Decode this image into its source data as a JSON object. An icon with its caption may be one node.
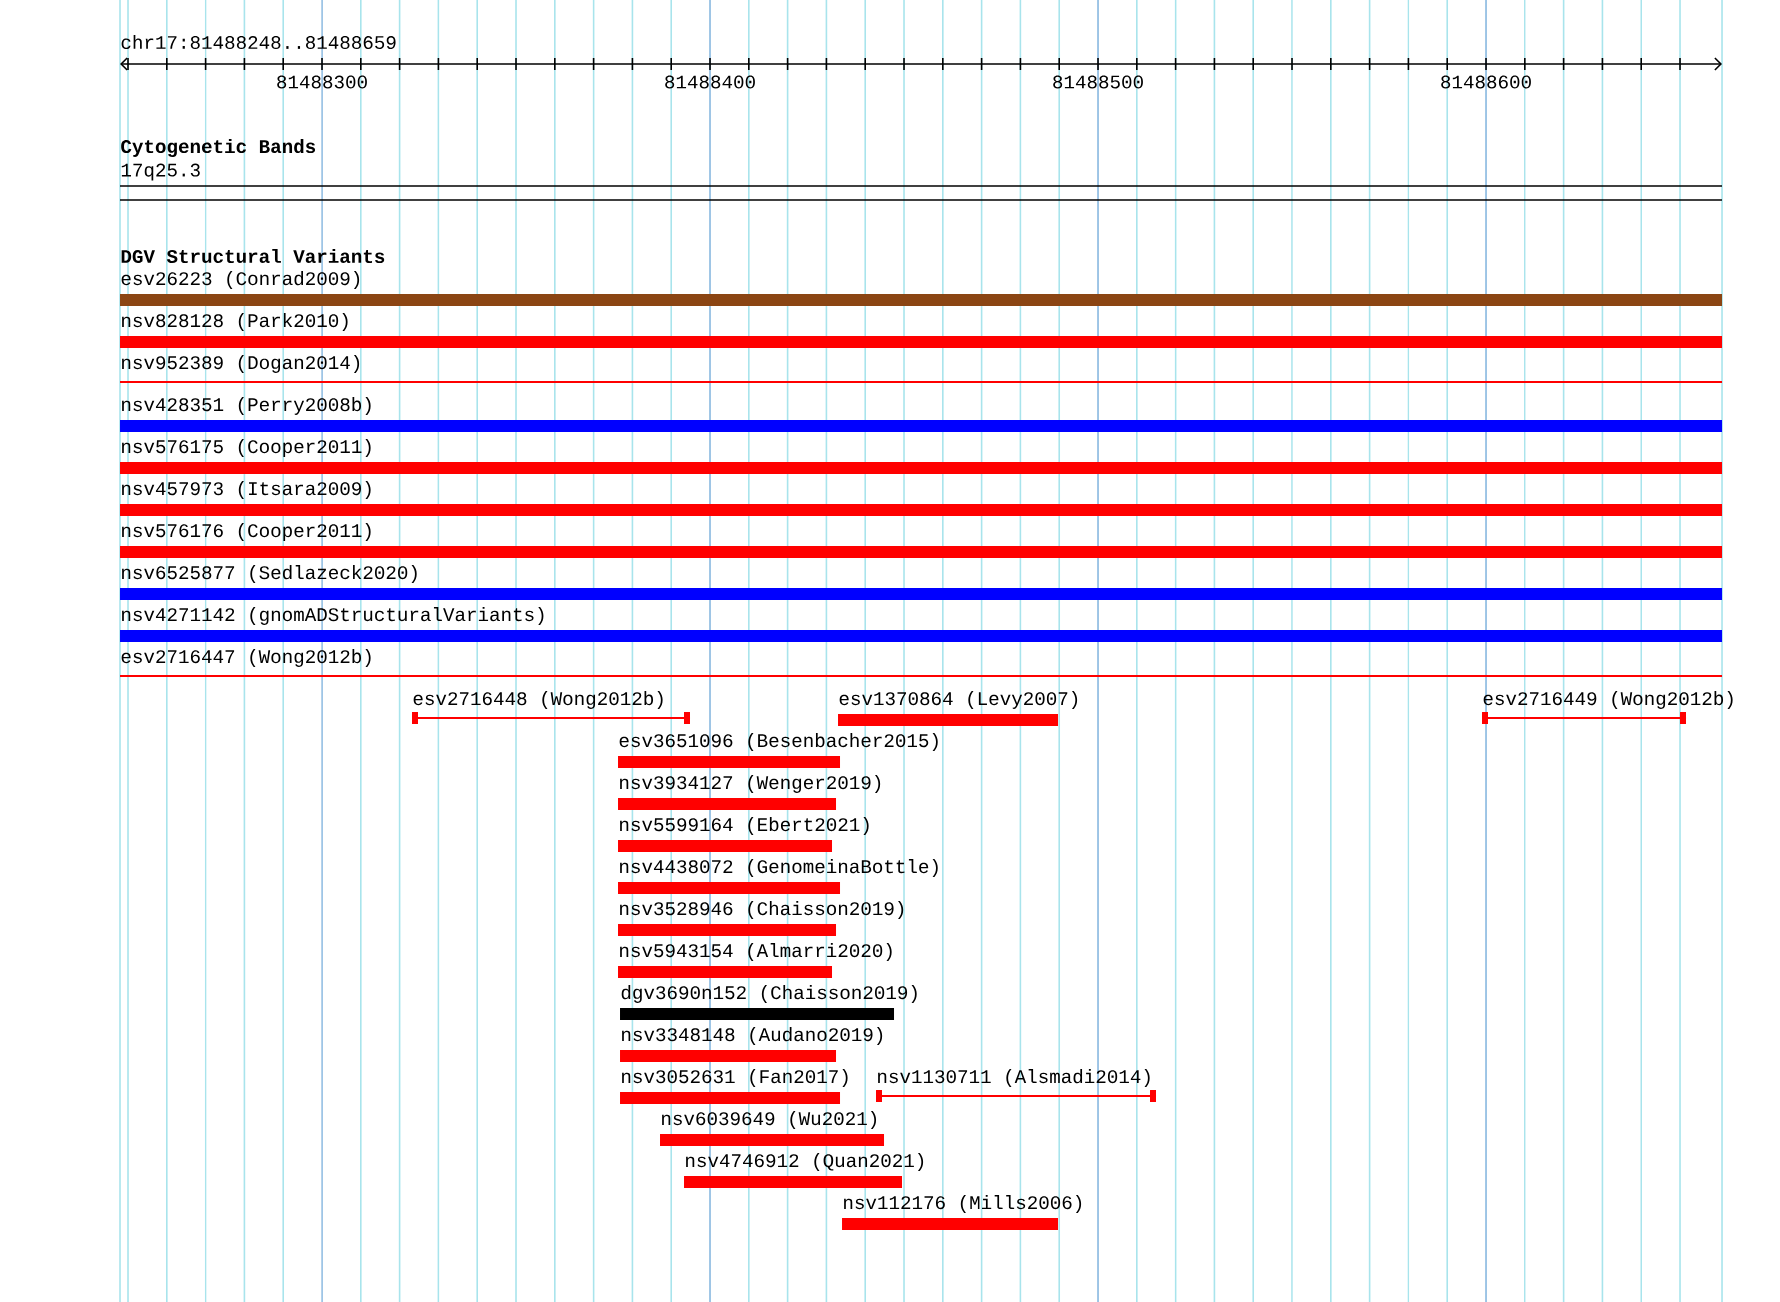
{
  "diagram": {
    "title": "chr17:81488248..81488659",
    "nodes": [
      {
        "text": [
          "esv26223 (Conrad2009)"
        ]
      },
      {
        "text": [
          "nsv828128 (Park2010)"
        ]
      },
      {
        "text": [
          "nsv952389 (Dogan2014)"
        ]
      },
      {
        "text": [
          "nsv428351 (Perry2008b)"
        ]
      },
      {
        "text": [
          "nsv576175 (Cooper2011)"
        ]
      },
      {
        "text": [
          "nsv457973 (Itsara2009)"
        ]
      },
      {
        "text": [
          "nsv576176 (Cooper2011)"
        ]
      },
      {
        "text": [
          "nsv6525877 (Sedlazeck2020)"
        ]
      },
      {
        "text": [
          "nsv4271142 (gnomADStructuralVariants)"
        ]
      },
      {
        "text": [
          "esv2716447 (Wong2012b)"
        ]
      },
      {
        "text": [
          "esv2716448 (Wong2012b)"
        ]
      },
      {
        "text": [
          "esv1370864 (Levy2007)"
        ]
      },
      {
        "text": [
          "esv2716449 (Wong2012b)"
        ]
      },
      {
        "text": [
          "esv3651096 (Besenbacher2015)"
        ]
      },
      {
        "text": [
          "nsv3934127 (Wenger2019)"
        ]
      },
      {
        "text": [
          "nsv5599164 (Ebert2021)"
        ]
      },
      {
        "text": [
          "nsv4438072 (GenomeinaBottle)"
        ]
      },
      {
        "text": [
          "nsv3528946 (Chaisson2019)"
        ]
      },
      {
        "text": [
          "nsv5943154 (Almarri2020)"
        ]
      },
      {
        "text": [
          "dgv3690n152 (Chaisson2019)"
        ]
      },
      {
        "text": [
          "nsv3348148 (Audano2019)"
        ]
      },
      {
        "text": [
          "nsv3052631 (Fan2017)"
        ]
      },
      {
        "text": [
          "nsv1130711 (Alsmadi2014)"
        ]
      },
      {
        "text": [
          "nsv6039649 (Wu2021)"
        ]
      },
      {
        "text": [
          "nsv4746912 (Quan2021)"
        ]
      },
      {
        "text": [
          "nsv112176 (Mills2006)"
        ]
      }
    ],
    "labels": [
      "81488300",
      "81488400",
      "81488500",
      "81488600",
      "Cytogenetic Bands",
      "17q25.3",
      "DGV Structural Variants"
    ]
  }
}
